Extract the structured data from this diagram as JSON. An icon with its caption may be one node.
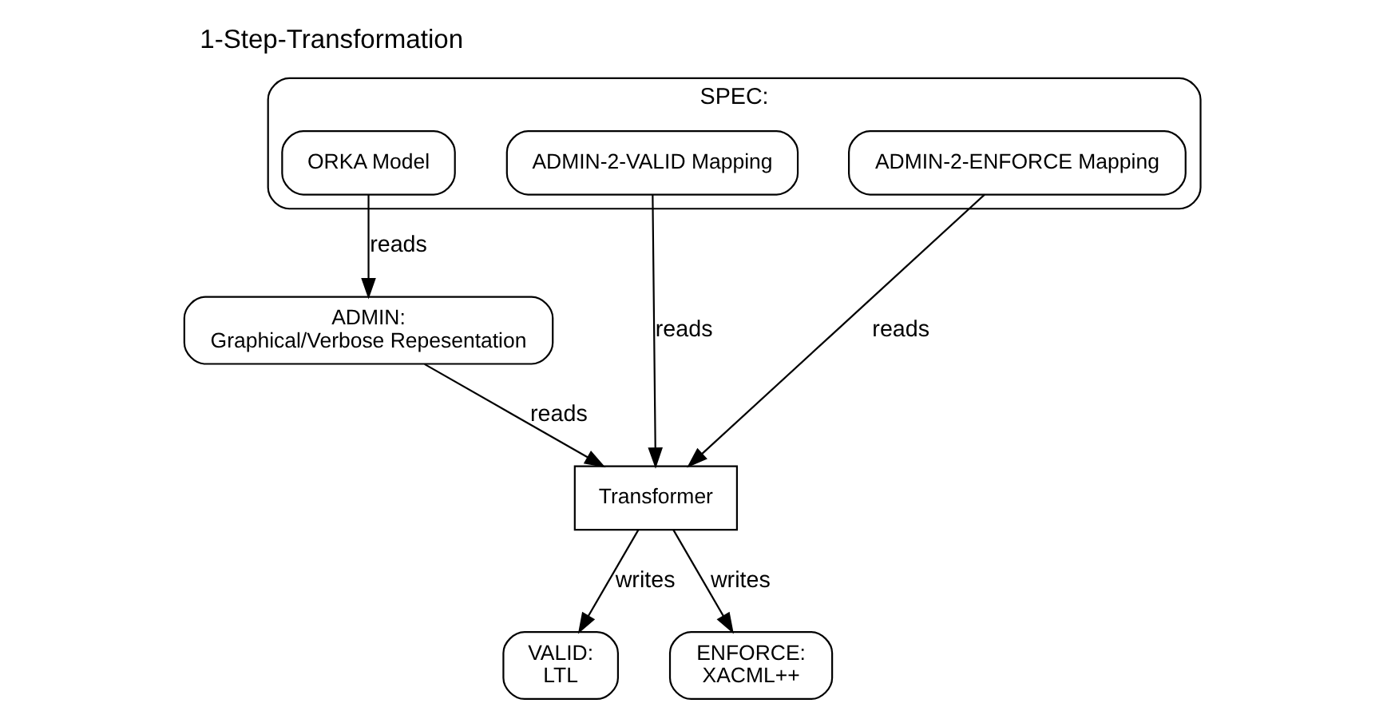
{
  "diagram": {
    "title": "1-Step-Transformation",
    "nodes": [
      {
        "text": [
          "ADMIN:",
          "Graphical/Verbose Repesentation"
        ]
      },
      {
        "text": [
          "SPEC:"
        ]
      },
      {
        "text": [
          "ORKA Model"
        ],
        "in": 1
      },
      {
        "text": [
          "ADMIN-2-VALID Mapping"
        ],
        "in": 1
      },
      {
        "text": [
          "ADMIN-2-ENFORCE Mapping"
        ],
        "in": 1
      },
      {
        "text": [
          "Transformer"
        ]
      },
      {
        "text": [
          "VALID:",
          "LTL"
        ]
      },
      {
        "text": [
          "ENFORCE:",
          "XACML++"
        ]
      }
    ],
    "edges": [
      {
        "from": 2,
        "to": 0,
        "arrow": "to",
        "label": "reads"
      },
      {
        "from": 0,
        "to": 5,
        "arrow": "to",
        "label": "reads"
      },
      {
        "from": 3,
        "to": 5,
        "arrow": "to",
        "label": "reads"
      },
      {
        "from": 4,
        "to": 5,
        "arrow": "to",
        "label": "reads"
      },
      {
        "from": 5,
        "to": 6,
        "arrow": "to",
        "label": "writes"
      },
      {
        "from": 5,
        "to": 7,
        "arrow": "to",
        "label": "writes"
      }
    ]
  }
}
